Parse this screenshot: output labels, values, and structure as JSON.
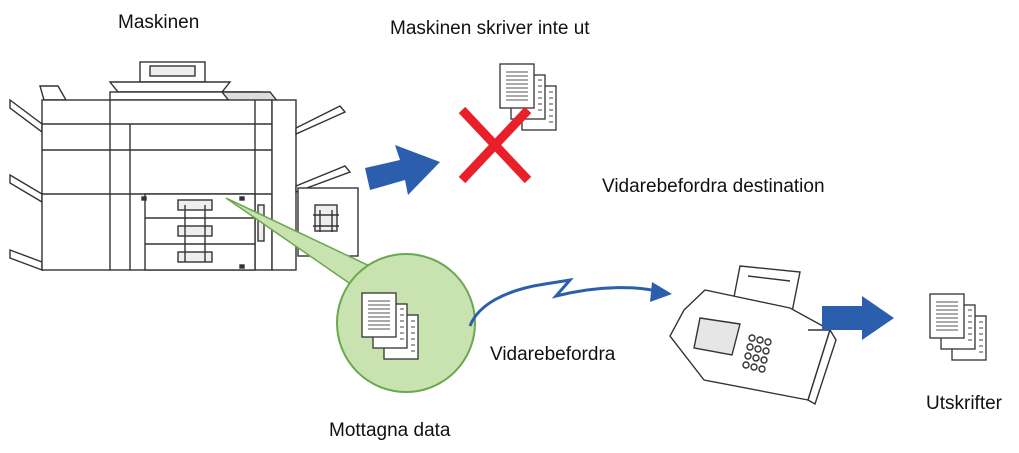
{
  "labels": {
    "machine": "Maskinen",
    "no_print": "Maskinen skriver inte ut",
    "forward_destination": "Vidarebefordra destination",
    "forward": "Vidarebefordra",
    "received_data": "Mottagna data",
    "printouts": "Utskrifter"
  },
  "colors": {
    "arrow_blue": "#2b5fae",
    "cross_red": "#e8202a",
    "bubble_green": "#c8e2b0",
    "bubble_border": "#6aa84f",
    "line_color": "#333333"
  },
  "icons": {
    "machine": "multifunction-printer-icon",
    "cross": "cross-icon",
    "fax": "fax-machine-icon",
    "document": "document-stack-icon"
  }
}
